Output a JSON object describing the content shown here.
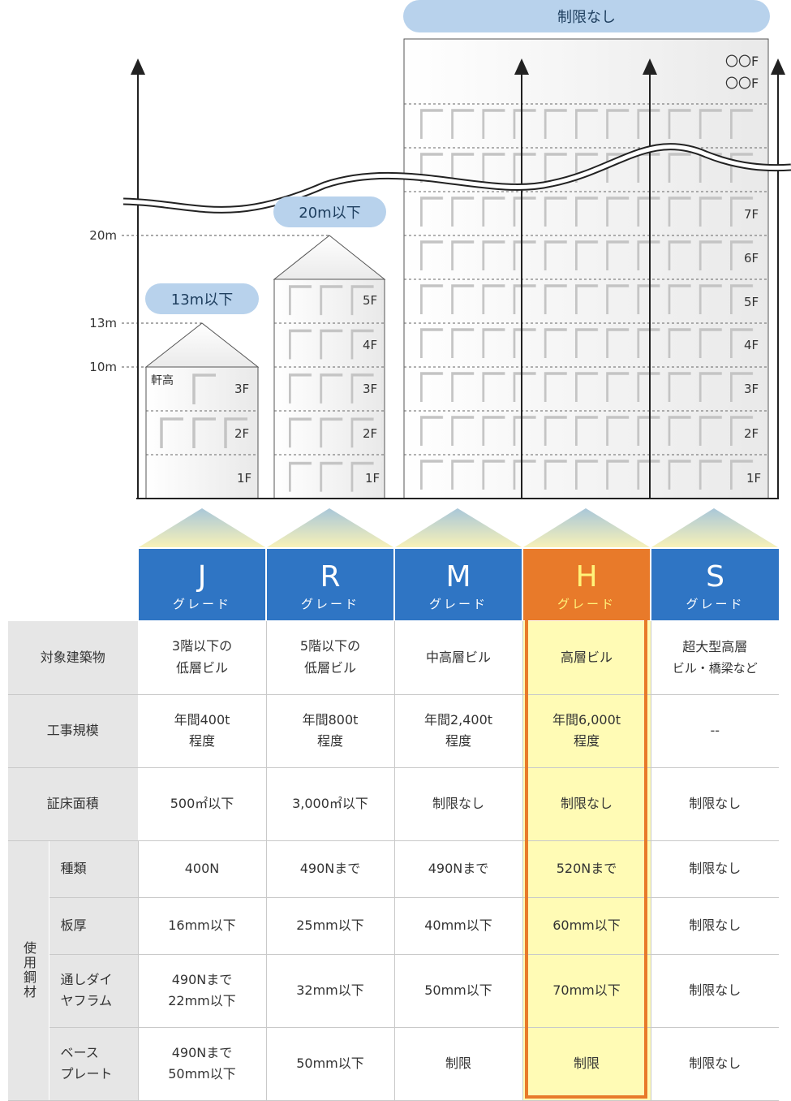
{
  "diagram": {
    "height_marks": [
      {
        "label": "20m"
      },
      {
        "label": "13m"
      },
      {
        "label": "10m"
      }
    ],
    "limits": {
      "j": "13m以下",
      "r": "20m以下",
      "high": "制限なし"
    },
    "eave_label": "軒高",
    "floors_j": [
      "3F",
      "2F",
      "1F"
    ],
    "floors_r": [
      "5F",
      "4F",
      "3F",
      "2F",
      "1F"
    ],
    "floors_high": [
      "7F",
      "6F",
      "5F",
      "4F",
      "3F",
      "2F",
      "1F"
    ],
    "top_floors": [
      "〇〇F",
      "〇〇F"
    ],
    "colors": {
      "pill": "#b8d2ec",
      "grade_blue": "#2f75c4",
      "grade_orange": "#e87a2a",
      "highlight": "#fffbb5"
    }
  },
  "grades": [
    {
      "letter": "J",
      "sub": "グレード"
    },
    {
      "letter": "R",
      "sub": "グレード"
    },
    {
      "letter": "M",
      "sub": "グレード"
    },
    {
      "letter": "H",
      "sub": "グレード"
    },
    {
      "letter": "S",
      "sub": "グレード"
    }
  ],
  "table": {
    "group_label": "使用鋼材",
    "rows": {
      "target": {
        "label": "対象建築物",
        "values": [
          [
            "3階以下の",
            "低層ビル"
          ],
          [
            "5階以下の",
            "低層ビル"
          ],
          [
            "中高層ビル"
          ],
          [
            "高層ビル"
          ],
          [
            "超大型高層",
            "ビル・橋梁など"
          ]
        ]
      },
      "scale": {
        "label": "工事規模",
        "values": [
          [
            "年間400t",
            "程度"
          ],
          [
            "年間800t",
            "程度"
          ],
          [
            "年間2,400t",
            "程度"
          ],
          [
            "年間6,000t",
            "程度"
          ],
          [
            "--"
          ]
        ]
      },
      "area": {
        "label": "証床面積",
        "values": [
          [
            "500㎡以下"
          ],
          [
            "3,000㎡以下"
          ],
          [
            "制限なし"
          ],
          [
            "制限なし"
          ],
          [
            "制限なし"
          ]
        ]
      },
      "type": {
        "label": "種類",
        "values": [
          [
            "400N"
          ],
          [
            "490Nまで"
          ],
          [
            "490Nまで"
          ],
          [
            "520Nまで"
          ],
          [
            "制限なし"
          ]
        ]
      },
      "thickness": {
        "label": "板厚",
        "values": [
          [
            "16mm以下"
          ],
          [
            "25mm以下"
          ],
          [
            "40mm以下"
          ],
          [
            "60mm以下"
          ],
          [
            "制限なし"
          ]
        ]
      },
      "diaphragm": {
        "label": [
          "通しダイ",
          "ヤフラム"
        ],
        "values": [
          [
            "490Nまで",
            "22mm以下"
          ],
          [
            "32mm以下"
          ],
          [
            "50mm以下"
          ],
          [
            "70mm以下"
          ],
          [
            "制限なし"
          ]
        ]
      },
      "base": {
        "label": [
          "ベース",
          "プレート"
        ],
        "values": [
          [
            "490Nまで",
            "50mm以下"
          ],
          [
            "50mm以下"
          ],
          [
            "制限"
          ],
          [
            "制限"
          ],
          [
            "制限なし"
          ]
        ]
      }
    }
  }
}
